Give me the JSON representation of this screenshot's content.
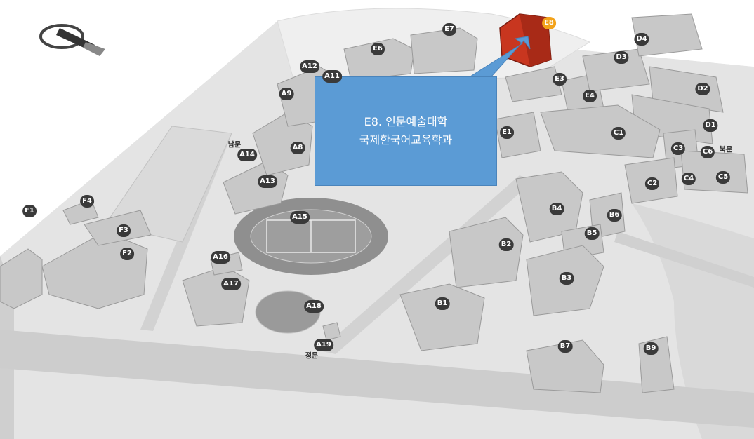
{
  "callout": {
    "line1": "E8. 인문예술대학",
    "line2": "국제한국어교육학과"
  },
  "gates": {
    "south": "남문",
    "main": "정문",
    "north": "북문"
  },
  "highlighted_building": "E8",
  "colors": {
    "callout": "#5b9bd5",
    "highlight_marker": "#f3a21a",
    "marker": "#3a3a3a",
    "highlight_building": "#c8361f"
  },
  "buildings": {
    "A8": "A8",
    "A9": "A9",
    "A11": "A11",
    "A12": "A12",
    "A13": "A13",
    "A14": "A14",
    "A15": "A15",
    "A16": "A16",
    "A17": "A17",
    "A18": "A18",
    "A19": "A19",
    "B1": "B1",
    "B2": "B2",
    "B3": "B3",
    "B4": "B4",
    "B5": "B5",
    "B6": "B6",
    "B7": "B7",
    "B9": "B9",
    "C1": "C1",
    "C2": "C2",
    "C3": "C3",
    "C4": "C4",
    "C5": "C5",
    "C6": "C6",
    "D1": "D1",
    "D2": "D2",
    "D3": "D3",
    "D4": "D4",
    "E1": "E1",
    "E3": "E3",
    "E4": "E4",
    "E6": "E6",
    "E7": "E7",
    "E8": "E8",
    "F1": "F1",
    "F2": "F2",
    "F3": "F3",
    "F4": "F4"
  }
}
